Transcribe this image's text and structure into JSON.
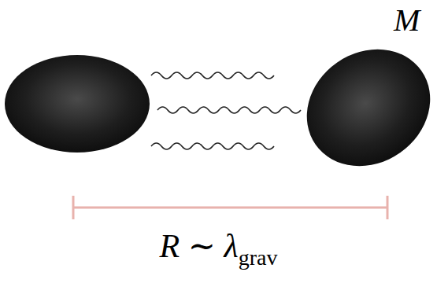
{
  "diagram": {
    "labels": [
      "M",
      "R ∼ λ",
      "grav"
    ]
  }
}
